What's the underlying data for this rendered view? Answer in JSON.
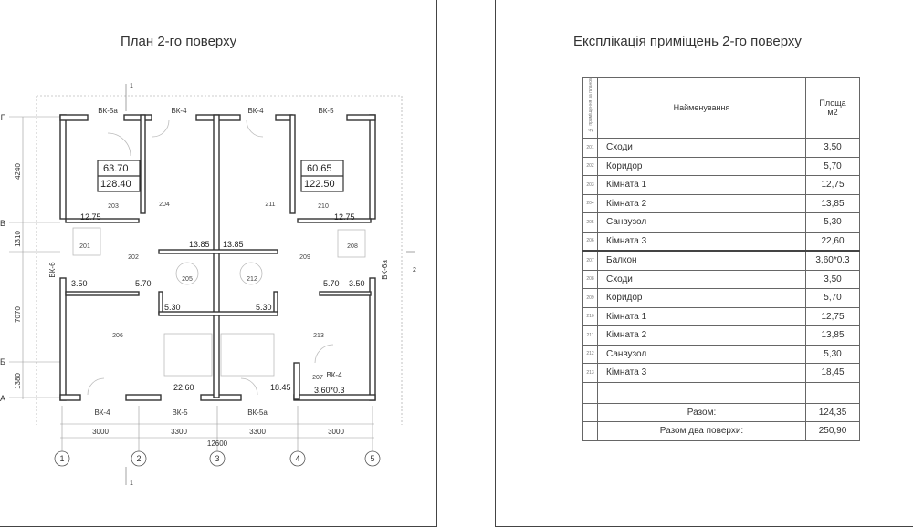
{
  "plan": {
    "title": "План 2-го поверху",
    "section_marks": [
      "1",
      "1",
      "2"
    ],
    "rooms": [
      {
        "no": "201"
      },
      {
        "no": "202"
      },
      {
        "no": "203"
      },
      {
        "no": "204"
      },
      {
        "no": "205"
      },
      {
        "no": "206"
      },
      {
        "no": "207"
      },
      {
        "no": "208"
      },
      {
        "no": "209"
      },
      {
        "no": "210"
      },
      {
        "no": "211"
      },
      {
        "no": "212"
      },
      {
        "no": "213"
      }
    ],
    "area_labels": [
      "12.75",
      "13.85",
      "13.85",
      "12.75",
      "3.50",
      "5.70",
      "5.70",
      "3.50",
      "5.30",
      "5.30",
      "22.60",
      "18.45",
      "3.60*0.3"
    ],
    "totals": [
      {
        "value1": "63.70",
        "value2": "128.40"
      },
      {
        "value1": "60.65",
        "value2": "122.50"
      }
    ],
    "openings_top": [
      "ВК-5а",
      "ВК-4",
      "ВК-4",
      "ВК-5"
    ],
    "openings_bottom": [
      "ВК-4",
      "ВК-5",
      "ВК-5а",
      "ВК-4"
    ],
    "openings_side": [
      "ВК-6",
      "ВК-6а"
    ],
    "dims_bottom": [
      "3000",
      "3300",
      "3300",
      "3000"
    ],
    "dim_total": "12600",
    "dims_left": [
      "4240",
      "1310",
      "7070",
      "1380"
    ],
    "axes_v": [
      "1",
      "2",
      "3",
      "4",
      "5"
    ],
    "axes_h": [
      "Г",
      "В",
      "Б",
      "А"
    ]
  },
  "explication": {
    "title": "Експлікація приміщень 2-го поверху",
    "header": {
      "no": "№ приміщення за планом",
      "name": "Найменування",
      "area_line1": "Площа",
      "area_line2": "м2"
    },
    "rows": [
      {
        "no": "201",
        "name": "Сходи",
        "area": "3,50"
      },
      {
        "no": "202",
        "name": "Коридор",
        "area": "5,70"
      },
      {
        "no": "203",
        "name": "Кімната 1",
        "area": "12,75"
      },
      {
        "no": "204",
        "name": "Кімната 2",
        "area": "13,85"
      },
      {
        "no": "205",
        "name": "Санвузол",
        "area": "5,30"
      },
      {
        "no": "206",
        "name": "Кімната 3",
        "area": "22,60"
      },
      {
        "no": "207",
        "name": "Балкон",
        "area": "3,60*0.3"
      },
      {
        "no": "208",
        "name": "Сходи",
        "area": "3,50"
      },
      {
        "no": "209",
        "name": "Коридор",
        "area": "5,70"
      },
      {
        "no": "210",
        "name": "Кімната 1",
        "area": "12,75"
      },
      {
        "no": "211",
        "name": "Кімната 2",
        "area": "13,85"
      },
      {
        "no": "212",
        "name": "Санвузол",
        "area": "5,30"
      },
      {
        "no": "213",
        "name": "Кімната 3",
        "area": "18,45"
      }
    ],
    "total_label": "Разом:",
    "total_value": "124,35",
    "grand_total_label": "Разом два поверхи:",
    "grand_total_value": "250,90"
  }
}
